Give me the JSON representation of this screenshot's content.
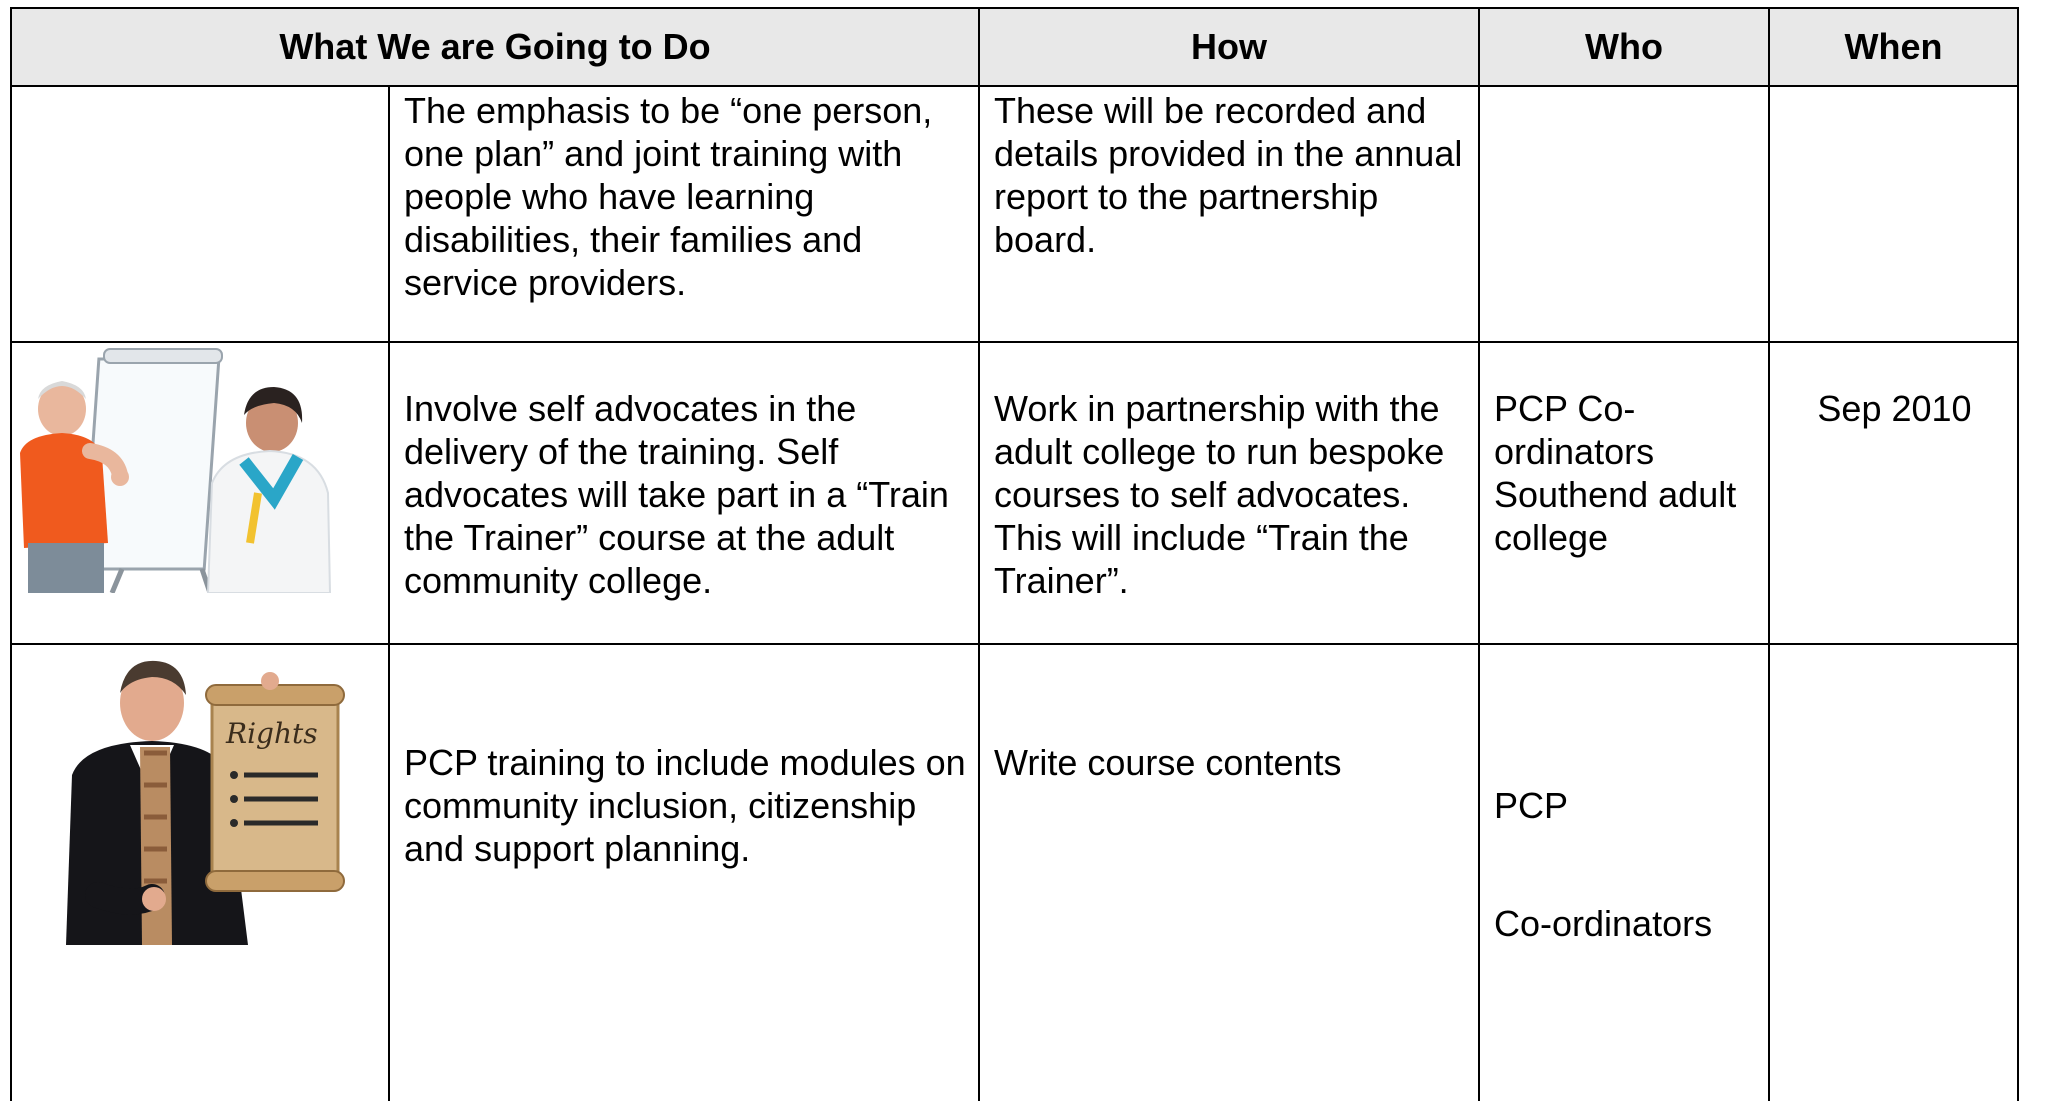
{
  "table": {
    "headers": {
      "what": "What We are Going to Do",
      "how": "How",
      "who": "Who",
      "when": "When"
    },
    "rows": [
      {
        "what": "The emphasis to be “one person, one plan” and joint training with people who have learning disabilities, their families and service providers.",
        "how": "These will be recorded and details provided in the annual report to the partnership board.",
        "who": "",
        "when": ""
      },
      {
        "what": "Involve self advocates in the delivery of the training.  Self advocates will take part in a “Train the Trainer” course at the adult community college.",
        "how": "Work in partnership with the adult college to run bespoke courses to self advocates. This will include “Train the Trainer”.",
        "who": "PCP Co-ordinators Southend adult college",
        "when": "Sep 2010"
      },
      {
        "what": "PCP training to include modules on community inclusion, citizenship and support planning.",
        "how": "Write course contents",
        "who_line1": "PCP",
        "who_line2": "Co-ordinators",
        "when": ""
      }
    ]
  },
  "images": {
    "flipchart_picture": "two people at a flipchart",
    "rights_picture": "man holding a scroll",
    "scroll_label": "Rights"
  },
  "colors": {
    "header_background": "#e8e8e8",
    "border": "#000000",
    "orange_shirt": "#f05a1e"
  }
}
